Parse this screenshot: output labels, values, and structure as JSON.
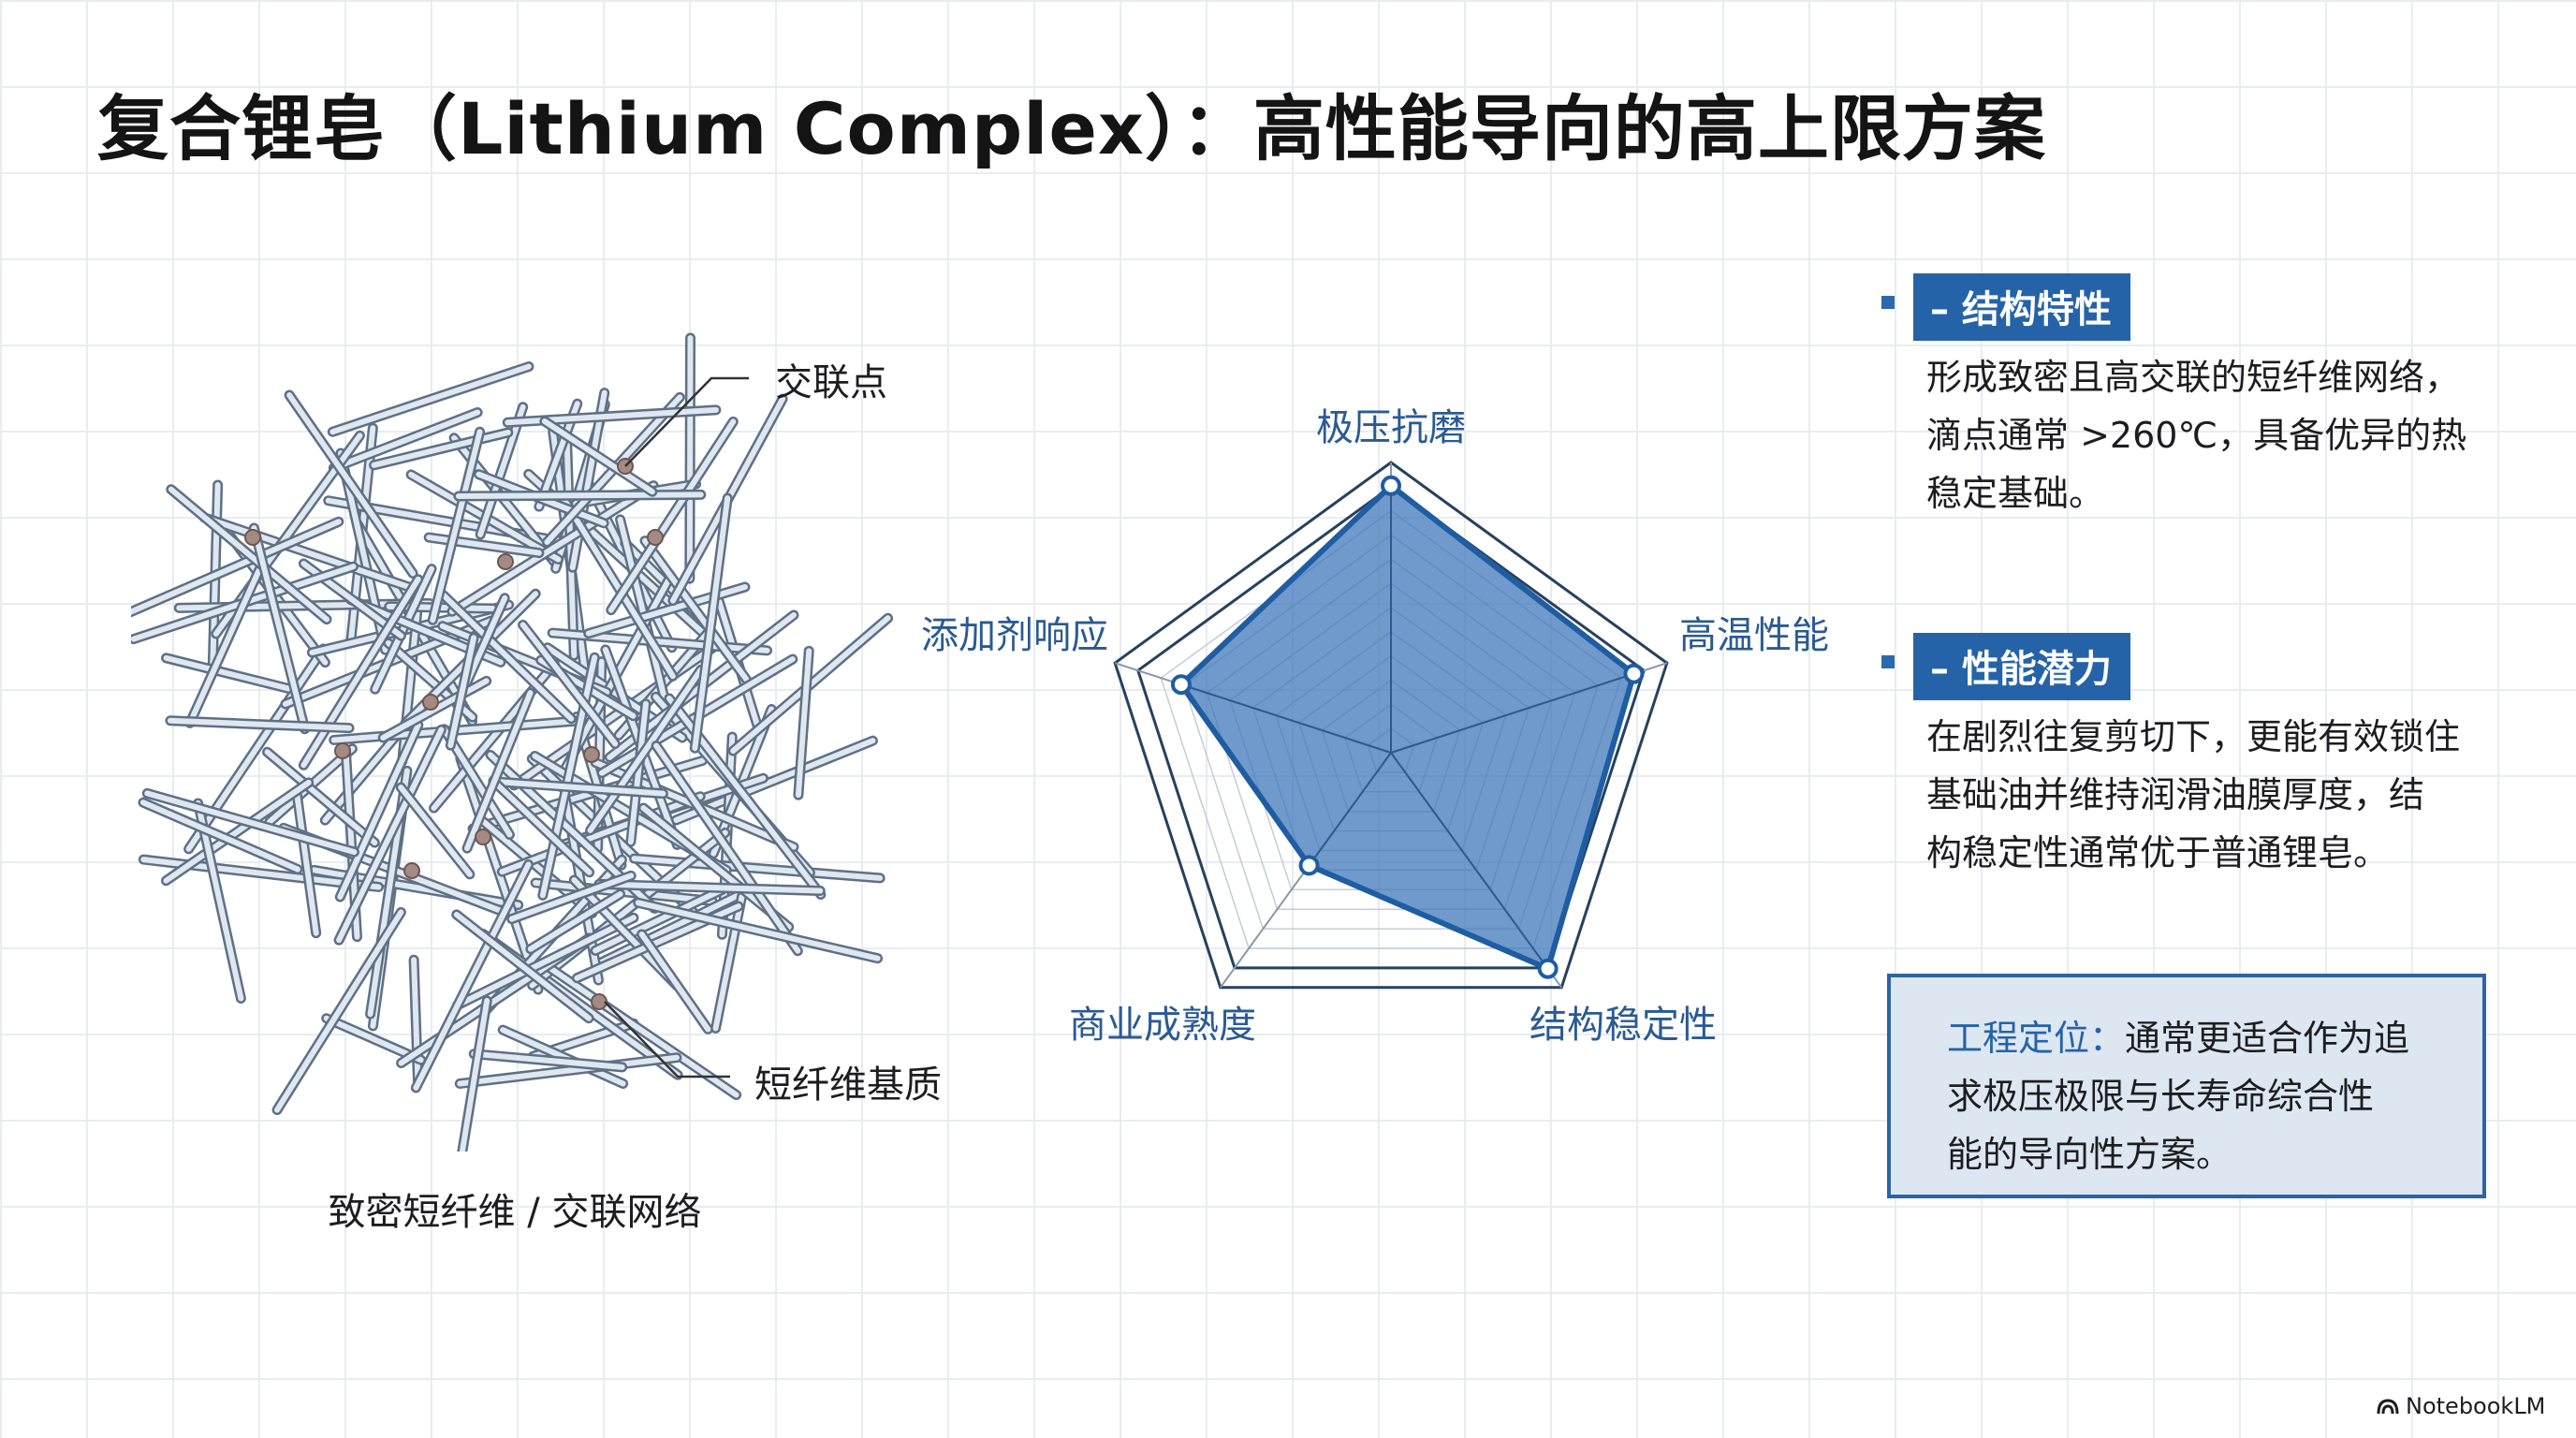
{
  "title": "复合锂皂（Lithium Complex）：高性能导向的高上限方案",
  "illustration": {
    "label_crosslink": "交联点",
    "label_matrix": "短纤维基质",
    "caption": "致密短纤维 / 交联网络"
  },
  "radar": {
    "axes": [
      "极压抗磨",
      "高温性能",
      "结构稳定性",
      "商业成熟度",
      "添加剂响应"
    ],
    "values": [
      0.92,
      0.88,
      0.92,
      0.48,
      0.76
    ],
    "scale_max": 1.0,
    "fill_color": "#3f78ba",
    "stroke_color": "#1f5da3"
  },
  "sections": [
    {
      "tag": "– 结构特性",
      "lines": [
        "形成致密且高交联的短纤维网络，",
        "滴点通常 >260℃，具备优异的热",
        "稳定基础。"
      ]
    },
    {
      "tag": "– 性能潜力",
      "lines": [
        "在剧烈往复剪切下，更能有效锁住",
        "基础油并维持润滑油膜厚度，结",
        "构稳定性通常优于普通锂皂。"
      ]
    }
  ],
  "callout": {
    "key": "工程定位：",
    "line1": "通常更适合作为追",
    "line2": "求极压极限与长寿命综合性",
    "line3": "能的导向性方案。"
  },
  "brand": "NotebookLM",
  "colors": {
    "accent": "#2563a8",
    "box_fill": "#dde7f2"
  }
}
